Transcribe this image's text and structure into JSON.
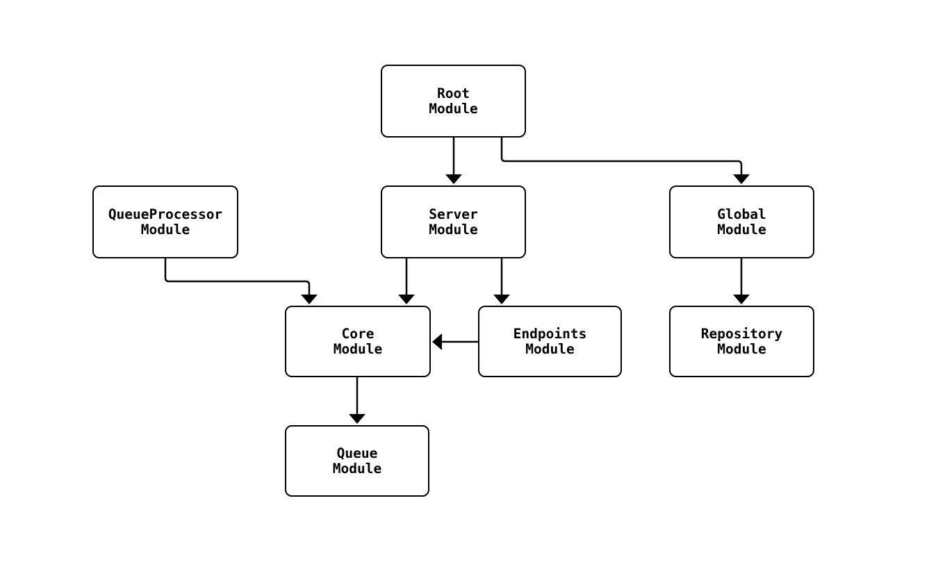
{
  "diagram": {
    "type": "flowchart",
    "orientation": "top-down",
    "colors": {
      "background": "#ffffff",
      "node_fill": "#ffffff",
      "node_border": "#000000",
      "edge": "#000000",
      "text": "#000000"
    },
    "nodes": {
      "root": {
        "label": "Root\nModule"
      },
      "queueprocessor": {
        "label": "QueueProcessor\nModule"
      },
      "server": {
        "label": "Server\nModule"
      },
      "global": {
        "label": "Global\nModule"
      },
      "core": {
        "label": "Core\nModule"
      },
      "endpoints": {
        "label": "Endpoints\nModule"
      },
      "repository": {
        "label": "Repository\nModule"
      },
      "queue": {
        "label": "Queue\nModule"
      }
    },
    "edges": [
      {
        "from": "Root Module",
        "to": "Server Module"
      },
      {
        "from": "Root Module",
        "to": "Global Module"
      },
      {
        "from": "QueueProcessor Module",
        "to": "Core Module"
      },
      {
        "from": "Server Module",
        "to": "Core Module"
      },
      {
        "from": "Server Module",
        "to": "Endpoints Module"
      },
      {
        "from": "Endpoints Module",
        "to": "Core Module"
      },
      {
        "from": "Global Module",
        "to": "Repository Module"
      },
      {
        "from": "Core Module",
        "to": "Queue Module"
      }
    ]
  }
}
